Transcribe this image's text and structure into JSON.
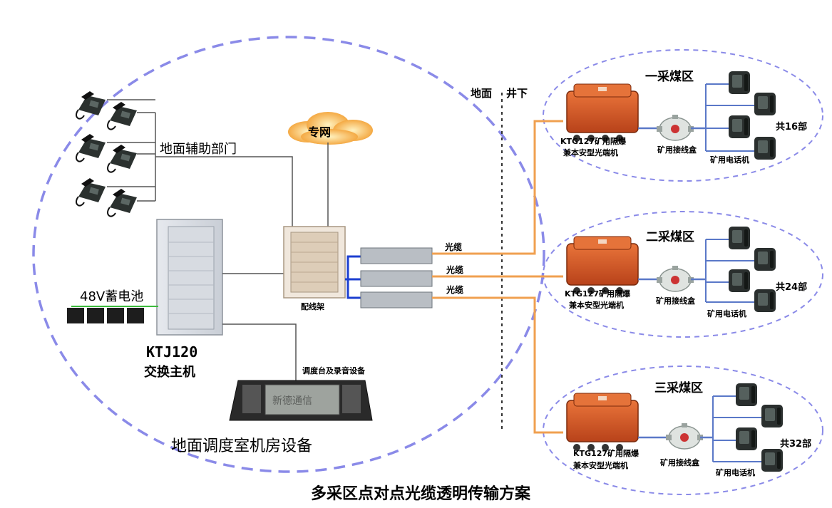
{
  "labels": {
    "aux_department": "地面辅助部门",
    "private_network": "专网",
    "battery": "48V蓄电池",
    "switch_model": "KTJ120",
    "switch_name": "交换主机",
    "distribution_frame": "配线架",
    "console": "调度台及录音设备",
    "console_screen": "新德通信",
    "control_room": "地面调度室机房设备",
    "surface": "地面",
    "underground": "井下",
    "main_title": "多采区点对点光缆透明传输方案"
  },
  "fiber_labels": [
    "光缆",
    "光缆",
    "光缆"
  ],
  "zones": [
    {
      "name": "一采煤区",
      "device": "KTG127矿用隔爆",
      "device2": "兼本安型光端机",
      "junction": "矿用接线盒",
      "phones": "矿用电话机",
      "count": "共16部"
    },
    {
      "name": "二采煤区",
      "device": "KTG127矿用隔爆",
      "device2": "兼本安型光端机",
      "junction": "矿用接线盒",
      "phones": "矿用电话机",
      "count": "共24部"
    },
    {
      "name": "三采煤区",
      "device": "KTG127矿用隔爆",
      "device2": "兼本安型光端机",
      "junction": "矿用接线盒",
      "phones": "矿用电话机",
      "count": "共32部"
    }
  ],
  "colors": {
    "dashed_circle": "#8a8ae8",
    "fiber": "#f0a050",
    "link_blue": "#1c3fd0",
    "device_orange": "#d8551f",
    "phone_line": "#5a78c8",
    "cloud": "#f4a030"
  }
}
